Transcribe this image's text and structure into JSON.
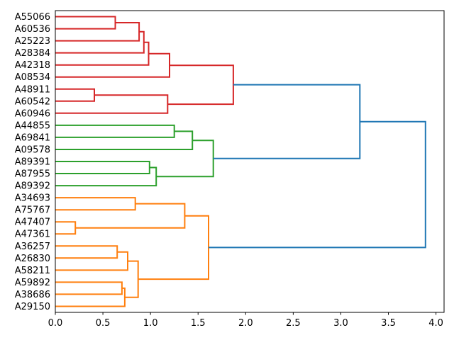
{
  "figure": {
    "background": "#ffffff",
    "axis_color": "#000000"
  },
  "chart_data": {
    "type": "dendrogram",
    "orientation": "right",
    "title": "",
    "xlabel": "",
    "ylabel": "",
    "grid": false,
    "leaves": [
      "A55066",
      "A60536",
      "A25223",
      "A28384",
      "A42318",
      "A08534",
      "A48911",
      "A60542",
      "A60946",
      "A44855",
      "A69841",
      "A09578",
      "A89391",
      "A87955",
      "A89392",
      "A34693",
      "A75767",
      "A47407",
      "A47361",
      "A36257",
      "A26830",
      "A58211",
      "A59892",
      "A38686",
      "A29150"
    ],
    "merges": [
      {
        "id": "M0",
        "children": [
          "L0",
          "L1"
        ],
        "height": 0.63,
        "color": "red"
      },
      {
        "id": "M1",
        "children": [
          "M0",
          "L2"
        ],
        "height": 0.88,
        "color": "red"
      },
      {
        "id": "M2",
        "children": [
          "M1",
          "L3"
        ],
        "height": 0.93,
        "color": "red"
      },
      {
        "id": "M3",
        "children": [
          "M2",
          "L4"
        ],
        "height": 0.98,
        "color": "red"
      },
      {
        "id": "M4",
        "children": [
          "M3",
          "L5"
        ],
        "height": 1.2,
        "color": "red"
      },
      {
        "id": "M5",
        "children": [
          "L6",
          "L7"
        ],
        "height": 0.41,
        "color": "red"
      },
      {
        "id": "M6",
        "children": [
          "M5",
          "L8"
        ],
        "height": 1.18,
        "color": "red"
      },
      {
        "id": "M7",
        "children": [
          "M4",
          "M6"
        ],
        "height": 1.87,
        "color": "red"
      },
      {
        "id": "M8",
        "children": [
          "L9",
          "L10"
        ],
        "height": 1.25,
        "color": "green"
      },
      {
        "id": "M9",
        "children": [
          "M8",
          "L11"
        ],
        "height": 1.44,
        "color": "green"
      },
      {
        "id": "M10",
        "children": [
          "L12",
          "L13"
        ],
        "height": 0.99,
        "color": "green"
      },
      {
        "id": "M11",
        "children": [
          "M10",
          "L14"
        ],
        "height": 1.06,
        "color": "green"
      },
      {
        "id": "M12",
        "children": [
          "M9",
          "M11"
        ],
        "height": 1.66,
        "color": "green"
      },
      {
        "id": "M13",
        "children": [
          "L15",
          "L16"
        ],
        "height": 0.84,
        "color": "orange"
      },
      {
        "id": "M14",
        "children": [
          "L17",
          "L18"
        ],
        "height": 0.21,
        "color": "orange"
      },
      {
        "id": "M15",
        "children": [
          "M13",
          "M14"
        ],
        "height": 1.36,
        "color": "orange"
      },
      {
        "id": "M16",
        "children": [
          "L19",
          "L20"
        ],
        "height": 0.65,
        "color": "orange"
      },
      {
        "id": "M17",
        "children": [
          "M16",
          "L21"
        ],
        "height": 0.76,
        "color": "orange"
      },
      {
        "id": "M18",
        "children": [
          "L22",
          "L23"
        ],
        "height": 0.7,
        "color": "orange"
      },
      {
        "id": "M19",
        "children": [
          "M18",
          "L24"
        ],
        "height": 0.73,
        "color": "orange"
      },
      {
        "id": "M20",
        "children": [
          "M17",
          "M19"
        ],
        "height": 0.87,
        "color": "orange"
      },
      {
        "id": "M21",
        "children": [
          "M15",
          "M20"
        ],
        "height": 1.61,
        "color": "orange"
      },
      {
        "id": "M22",
        "children": [
          "M7",
          "M12"
        ],
        "height": 3.2,
        "color": "blue"
      },
      {
        "id": "M23",
        "children": [
          "M22",
          "M21"
        ],
        "height": 3.89,
        "color": "blue"
      }
    ],
    "link_colors": {
      "red": "#d62728",
      "green": "#2ca02c",
      "orange": "#ff7f0e",
      "blue": "#1f77b4"
    },
    "x_axis": {
      "tick_values": [
        0,
        0.5,
        1.0,
        1.5,
        2.0,
        2.5,
        3.0,
        3.5,
        4.0
      ],
      "tick_labels": [
        "0.0",
        "0.5",
        "1.0",
        "1.5",
        "2.0",
        "2.5",
        "3.0",
        "3.5",
        "4.0"
      ],
      "range": [
        0,
        4.085
      ]
    },
    "legend": null
  }
}
